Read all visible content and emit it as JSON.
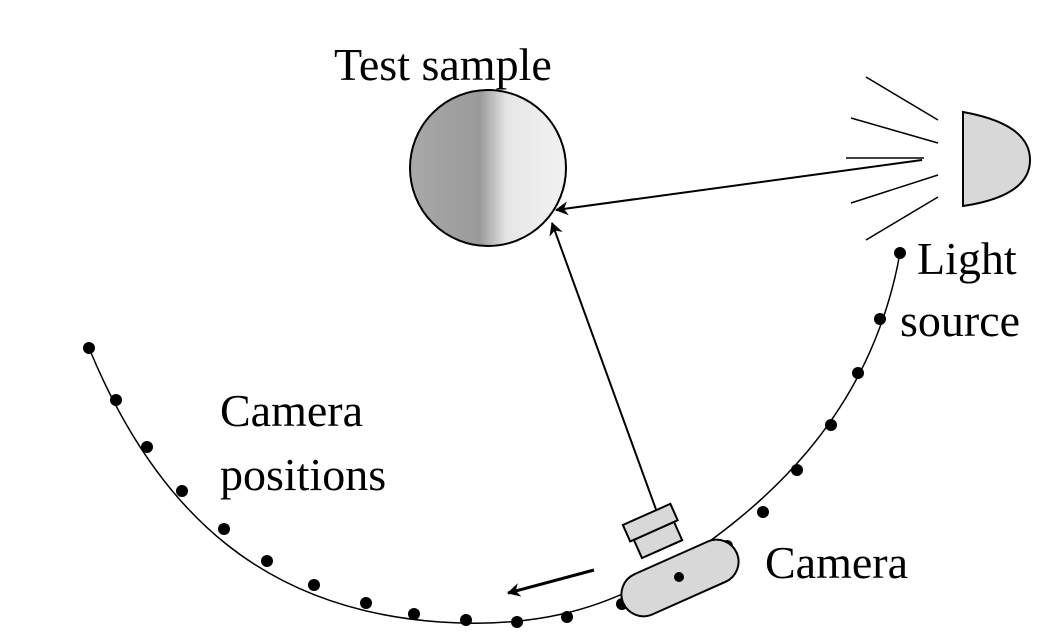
{
  "labels": {
    "test_sample": "Test sample",
    "light_source_line1": "Light",
    "light_source_line2": "source",
    "camera_positions_line1": "Camera",
    "camera_positions_line2": "positions",
    "camera": "Camera"
  },
  "colors": {
    "stroke": "#000000",
    "sphere_dark": "#9a9a9a",
    "sphere_light": "#eeeeee",
    "lamp_fill": "#d8d8d8",
    "camera_fill": "#d8d8d8"
  },
  "camera_position_count": 21
}
